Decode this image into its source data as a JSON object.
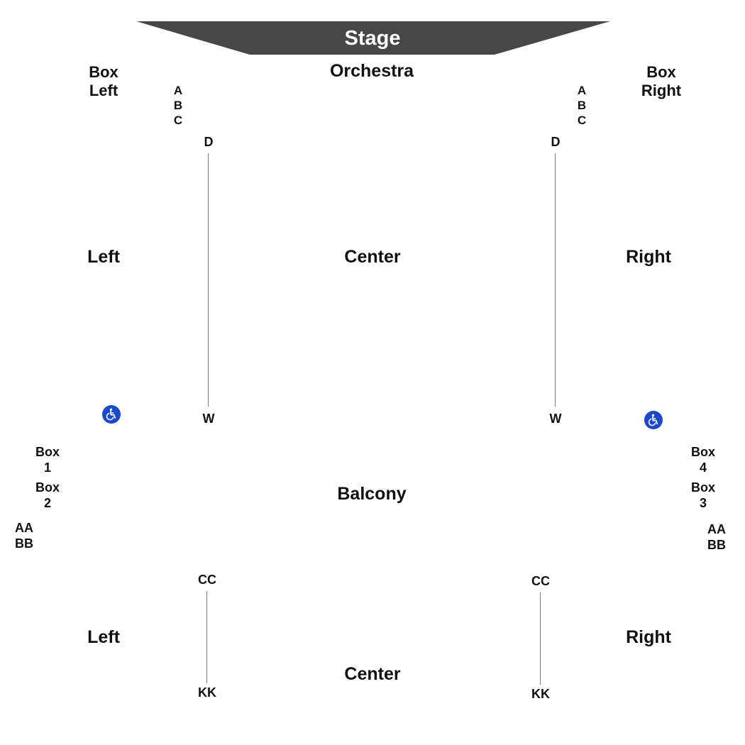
{
  "stage": {
    "label": "Stage",
    "color": "#474747"
  },
  "orchestra": {
    "title": "Orchestra",
    "box_left": {
      "line1": "Box",
      "line2": "Left"
    },
    "box_right": {
      "line1": "Box",
      "line2": "Right"
    },
    "box_left_rows": [
      "A",
      "B",
      "C"
    ],
    "box_right_rows": [
      "A",
      "B",
      "C"
    ],
    "left_aisle": {
      "first_row": "D",
      "last_row": "W"
    },
    "right_aisle": {
      "first_row": "D",
      "last_row": "W"
    },
    "sections": {
      "left": "Left",
      "center": "Center",
      "right": "Right"
    }
  },
  "balcony": {
    "title": "Balcony",
    "box1": {
      "line1": "Box",
      "line2": "1"
    },
    "box2": {
      "line1": "Box",
      "line2": "2"
    },
    "box3": {
      "line1": "Box",
      "line2": "3"
    },
    "box4": {
      "line1": "Box",
      "line2": "4"
    },
    "left_rows": [
      "AA",
      "BB"
    ],
    "right_rows": [
      "AA",
      "BB"
    ],
    "left_aisle": {
      "first_row": "CC",
      "last_row": "KK"
    },
    "right_aisle": {
      "first_row": "CC",
      "last_row": "KK"
    },
    "sections": {
      "left": "Left",
      "center": "Center",
      "right": "Right"
    }
  },
  "accessibility": {
    "icon": "wheelchair-icon",
    "color": "#1a49c9"
  }
}
